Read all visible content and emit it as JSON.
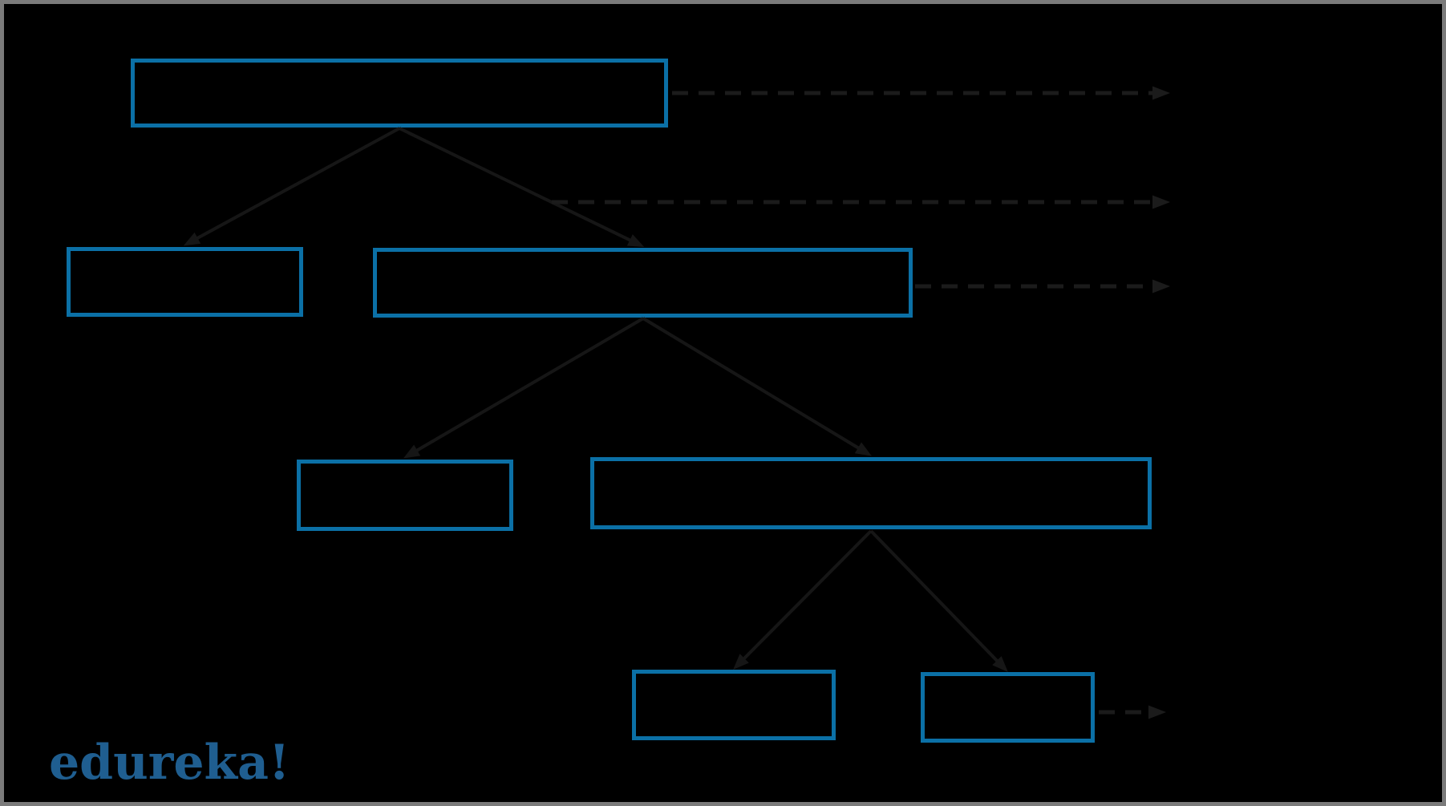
{
  "theme": {
    "background": "#000000",
    "frame_border": "#7B7B7B",
    "node_border": "#0B70A6",
    "arrow_color": "#161616",
    "dashed_arrow_color": "#1B1B1B",
    "logo_color": "#1F5E90"
  },
  "branding": {
    "logo_text": "edureka!"
  },
  "diagram": {
    "type": "tree",
    "description": "Four-level binary-split flow diagram of empty blue-outlined boxes on a black canvas; solid arrows connect each parent box to two children, dashed arrows point right toward annotation labels that are not visible (black-on-black).",
    "nodes": [
      {
        "id": "node-1",
        "level": 1,
        "label": ""
      },
      {
        "id": "node-2",
        "level": 2,
        "label": ""
      },
      {
        "id": "node-3",
        "level": 2,
        "label": ""
      },
      {
        "id": "node-4",
        "level": 3,
        "label": ""
      },
      {
        "id": "node-5",
        "level": 3,
        "label": ""
      },
      {
        "id": "node-6",
        "level": 4,
        "label": ""
      },
      {
        "id": "node-7",
        "level": 4,
        "label": ""
      }
    ],
    "edges": [
      {
        "from": "node-1",
        "to": "node-2",
        "style": "solid"
      },
      {
        "from": "node-1",
        "to": "node-3",
        "style": "solid"
      },
      {
        "from": "node-3",
        "to": "node-4",
        "style": "solid"
      },
      {
        "from": "node-3",
        "to": "node-5",
        "style": "solid"
      },
      {
        "from": "node-5",
        "to": "node-6",
        "style": "solid"
      },
      {
        "from": "node-5",
        "to": "node-7",
        "style": "solid"
      }
    ],
    "annotation_arrows": [
      {
        "id": "dashed-1",
        "anchor": "node-1 right edge",
        "direction": "right",
        "label": ""
      },
      {
        "id": "dashed-2",
        "anchor": "edge node-1 to node-3 midpoint",
        "direction": "right",
        "label": ""
      },
      {
        "id": "dashed-3",
        "anchor": "node-3 right edge",
        "direction": "right",
        "label": ""
      },
      {
        "id": "dashed-4",
        "anchor": "node-7 right edge",
        "direction": "right",
        "label": ""
      }
    ]
  }
}
